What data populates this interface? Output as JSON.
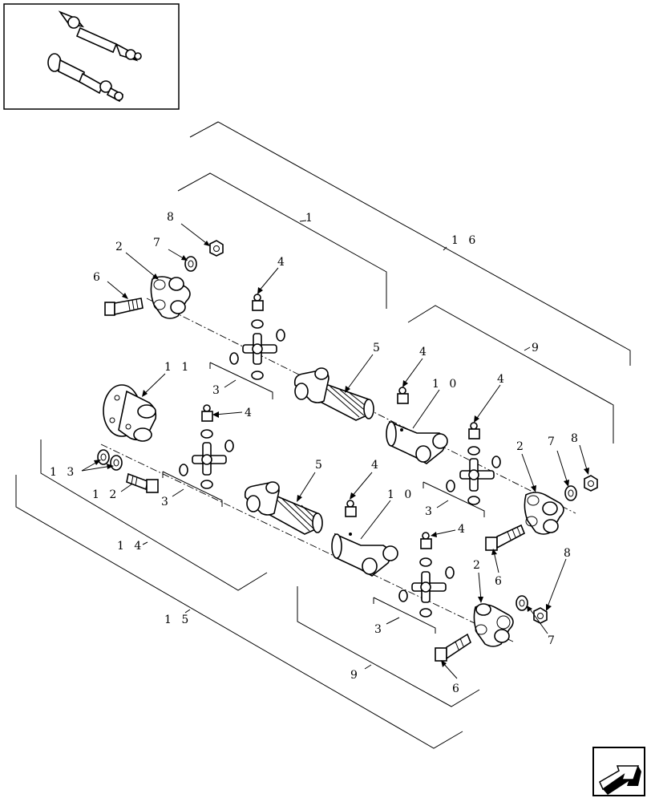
{
  "diagram": {
    "callouts": {
      "c1": "1",
      "c2a": "2",
      "c2b": "2",
      "c2c": "2",
      "c3a": "3",
      "c3b": "3",
      "c3c": "3",
      "c3d": "3",
      "c4a": "4",
      "c4b": "4",
      "c4c": "4",
      "c4d": "4",
      "c4e": "4",
      "c4f": "4",
      "c5a": "5",
      "c5b": "5",
      "c6a": "6",
      "c6b": "6",
      "c6c": "6",
      "c7a": "7",
      "c7b": "7",
      "c7c": "7",
      "c8a": "8",
      "c8b": "8",
      "c8c": "8",
      "c9a": "9",
      "c9b": "9",
      "c10a": "1 0",
      "c10b": "1 0",
      "c11": "1 1",
      "c12": "1 2",
      "c13": "1 3",
      "c14": "1 4",
      "c15": "1 5",
      "c16": "1 6"
    }
  }
}
